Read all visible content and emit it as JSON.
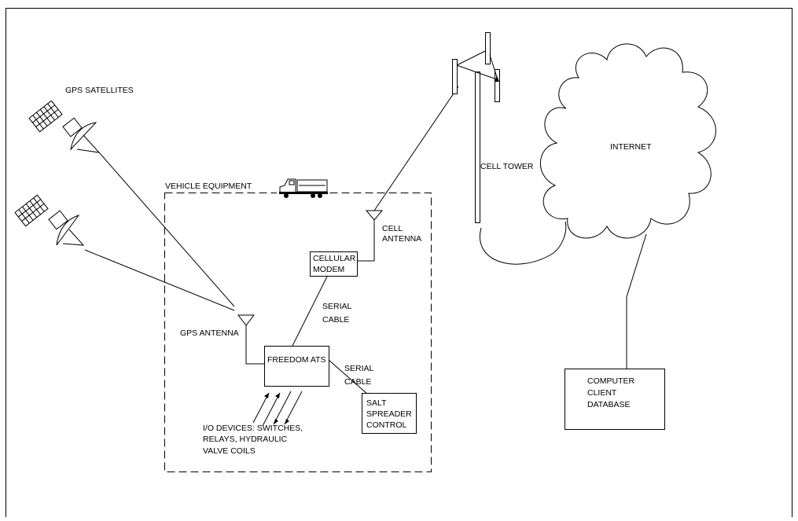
{
  "labels": {
    "gps_satellites": "GPS SATELLITES",
    "vehicle_equipment": "VEHICLE EQUIPMENT",
    "cell_antenna": [
      "CELL",
      "ANTENNA"
    ],
    "cellular_modem": [
      "CELLULAR",
      "MODEM"
    ],
    "serial_cable_1": [
      "SERIAL",
      "CABLE"
    ],
    "gps_antenna": "GPS ANTENNA",
    "freedom_ats": "FREEDOM ATS",
    "serial_cable_2": [
      "SERIAL",
      "CABLE"
    ],
    "salt_spreader_control": [
      "SALT",
      "SPREADER",
      "CONTROL"
    ],
    "io_devices": [
      "I/O DEVICES: SWITCHES,",
      "RELAYS, HYDRAULIC",
      "VALVE COILS"
    ],
    "cell_tower": "CELL TOWER",
    "internet": "INTERNET",
    "computer_client_database": [
      "COMPUTER",
      "CLIENT",
      "DATABASE"
    ]
  }
}
